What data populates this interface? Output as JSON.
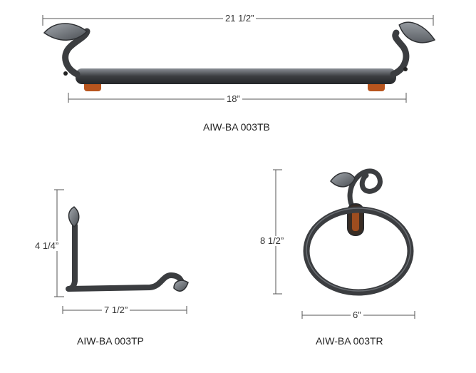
{
  "products": {
    "towel_bar": {
      "model": "AIW-BA 003TB",
      "overall_width": "21 1/2”",
      "inner_width": "18”"
    },
    "tissue_holder": {
      "model": "AIW-BA 003TP",
      "height": "4 1/4”",
      "width": "7 1/2”"
    },
    "towel_ring": {
      "model": "AIW-BA 003TR",
      "height": "8 1/2”",
      "width": "6”"
    }
  },
  "colors": {
    "iron": "#3b3d40",
    "iron_highlight": "#8a8f96",
    "leaf": "#6f747a",
    "copper": "#b8551e",
    "dimension_line": "#555555"
  }
}
